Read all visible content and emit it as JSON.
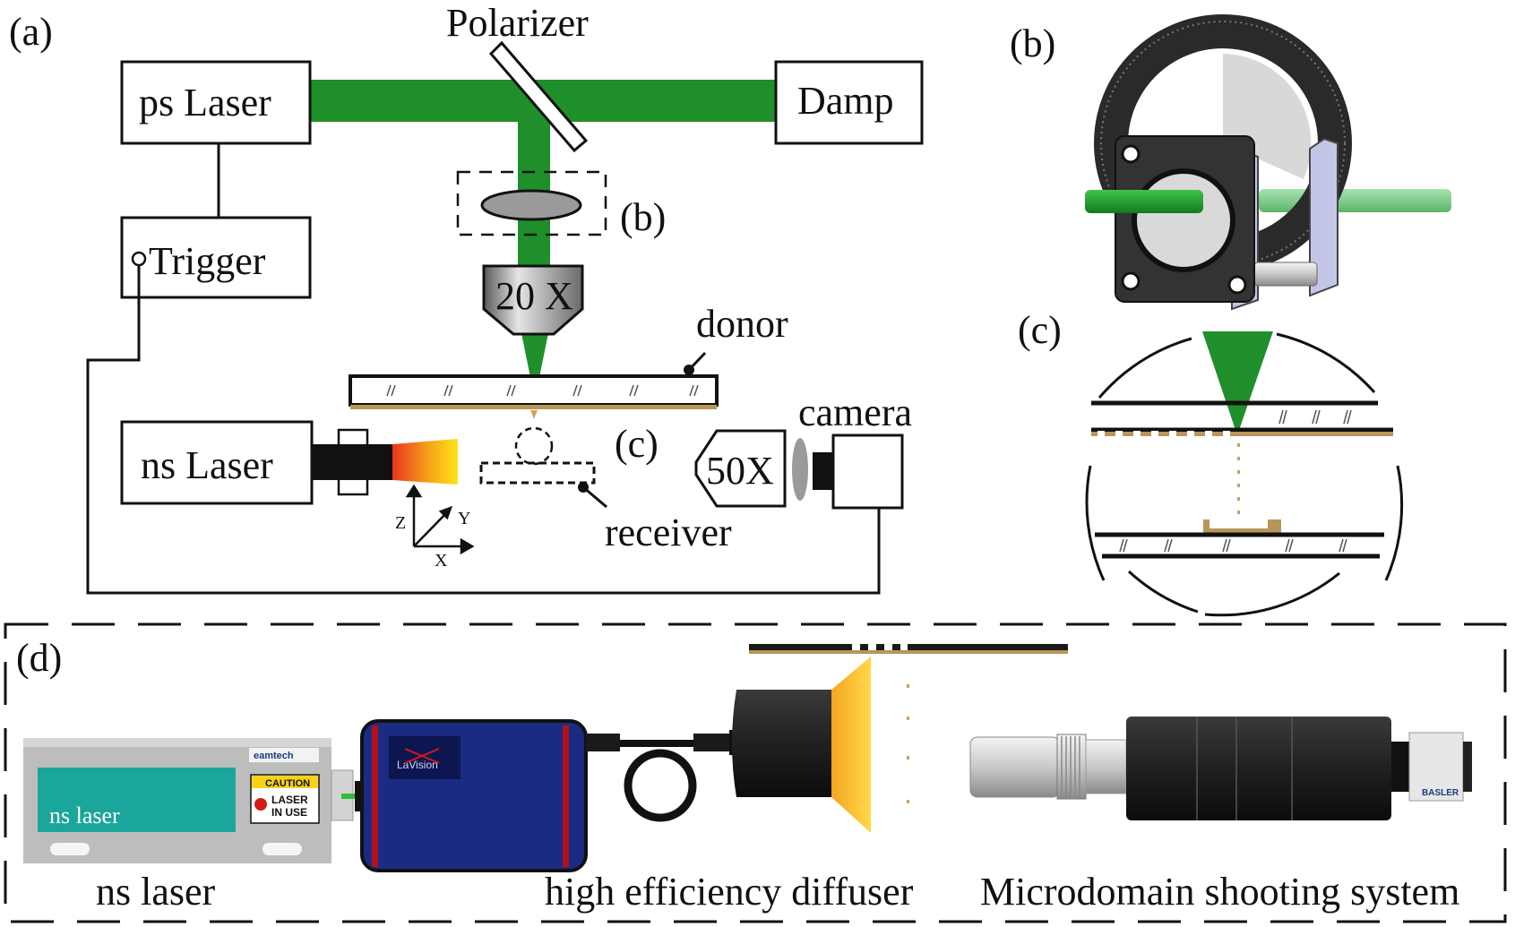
{
  "panels": {
    "a": "(a)",
    "b": "(b)",
    "c": "(c)",
    "d": "(d)"
  },
  "schematic": {
    "ps_laser": "ps Laser",
    "damp": "Damp",
    "polarizer": "Polarizer",
    "trigger": "Trigger",
    "objective_20x": "20 X",
    "inset_b_ref": "(b)",
    "donor": "donor",
    "ns_laser": "ns Laser",
    "inset_c_ref": "(c)",
    "receiver": "receiver",
    "objective_50x": "50X",
    "camera": "camera",
    "axis_z": "Z",
    "axis_y": "Y",
    "axis_x": "X"
  },
  "photo_setup": {
    "ns_laser_device_text": "ns laser",
    "brand_logo": "eamtech",
    "caution_title": "CAUTION",
    "caution_text_1": "LASER",
    "caution_text_2": "IN USE",
    "lavision_logo": "LaVision",
    "basler_logo": "BASLER",
    "caption_ns_laser": "ns laser",
    "caption_diffuser": "high efficiency diffuser",
    "caption_microdomain": "Microdomain shooting system"
  },
  "colors": {
    "beam_green": "#1f8f2b",
    "beam_light_green": "#8fd19a",
    "gold_film": "#b8965a",
    "lavision_blue": "#1b2b84",
    "teal_panel": "#1aa69a"
  }
}
